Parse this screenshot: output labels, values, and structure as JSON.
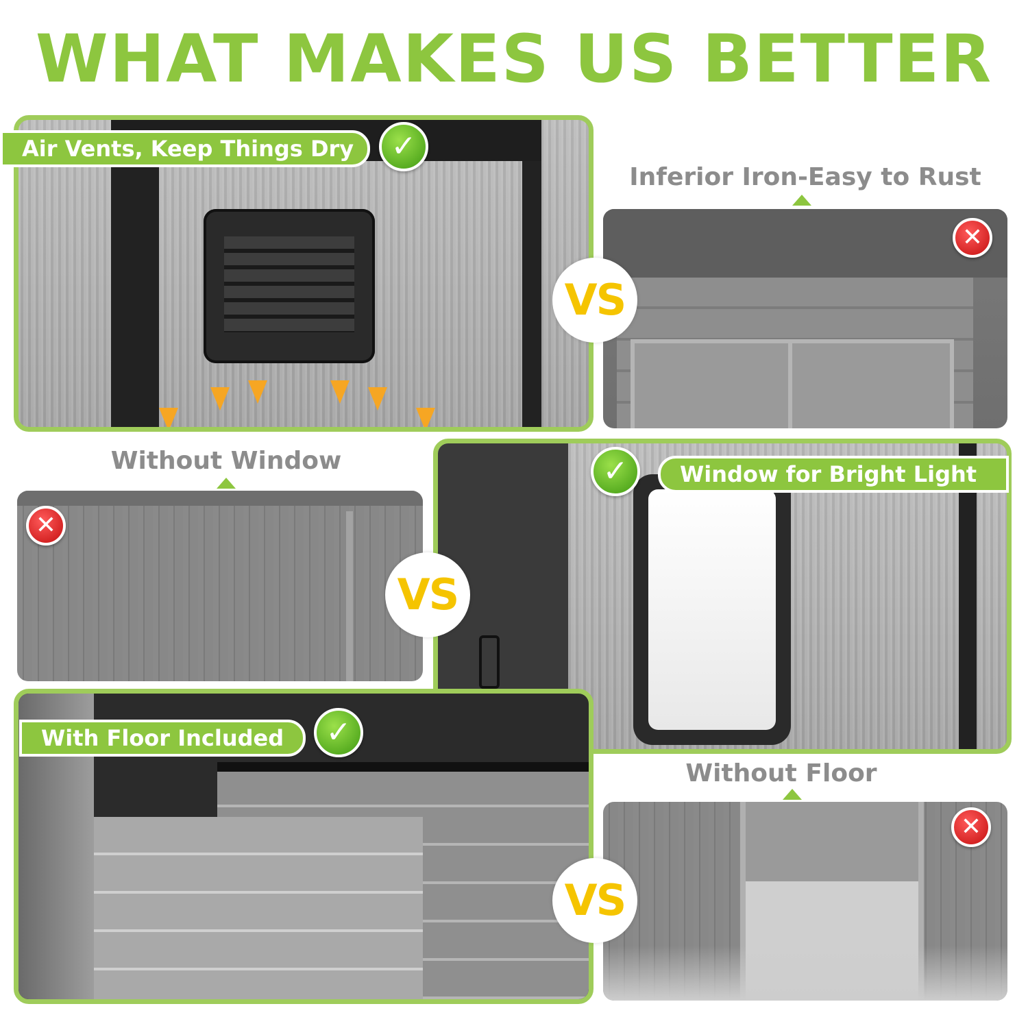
{
  "title": "WHAT MAKES US BETTER",
  "vs_label": "VS",
  "panels": {
    "air_vents": {
      "label": "Air Vents, Keep Things Dry"
    },
    "inferior_iron": {
      "label": "Inferior Iron-Easy to Rust"
    },
    "without_window": {
      "label": "Without Window"
    },
    "window": {
      "label": "Window for Bright Light"
    },
    "floor": {
      "label": "With Floor Included"
    },
    "without_floor": {
      "label": "Without Floor"
    }
  },
  "icons": {
    "good": "check-icon",
    "bad": "cross-icon"
  },
  "colors": {
    "accent": "#8dc63f",
    "vs": "#f5c400",
    "bad": "#d91c1c",
    "label_gray": "#8c8c8c"
  }
}
